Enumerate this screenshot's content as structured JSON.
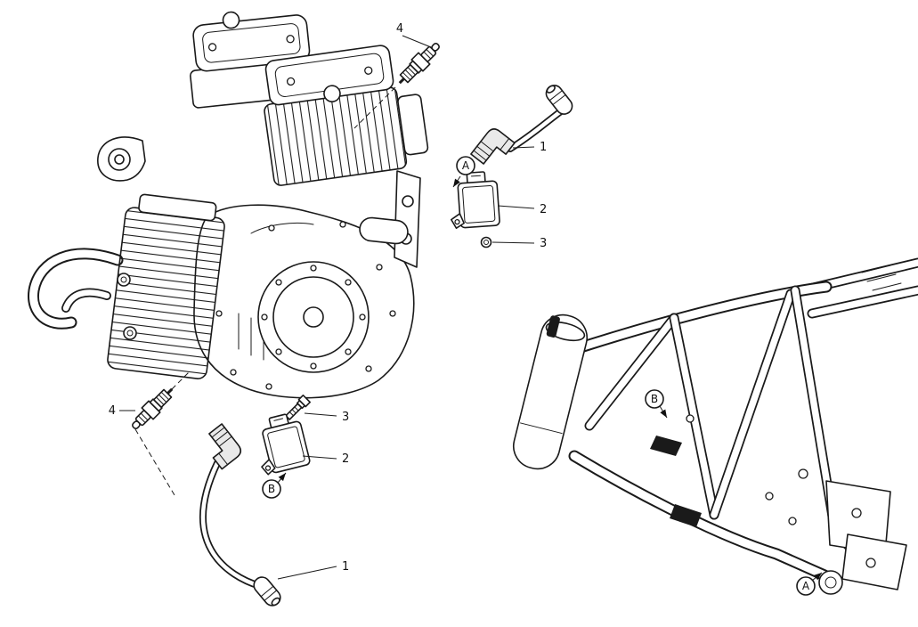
{
  "callouts": {
    "upper": {
      "spark_plug": "4",
      "cable": "1",
      "coil": "2",
      "bolt": "3",
      "view": "A"
    },
    "lower": {
      "spark_plug": "4",
      "bolt": "3",
      "coil": "2",
      "view": "B",
      "cable": "1"
    },
    "frame": {
      "view_b": "B",
      "view_a": "A"
    }
  }
}
